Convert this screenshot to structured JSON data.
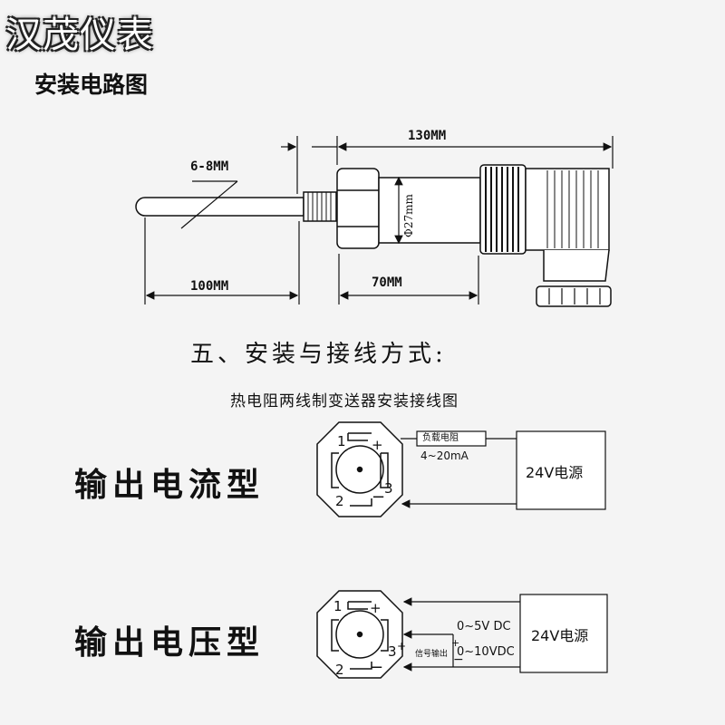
{
  "brand": "汉茂仪表",
  "subtitle": "安装电路图",
  "dimensions": {
    "overall": "130MM",
    "probe_dia": "6-8MM",
    "probe_len": "100MM",
    "body_len": "70MM",
    "body_dia": "Φ27mm"
  },
  "section_title": "五、安装与接线方式:",
  "wiring_title": "热电阻两线制变送器安装接线图",
  "current_type": {
    "label": "输出电流型",
    "load_label": "负载电阻",
    "range": "4~20mA",
    "power": "24V电源",
    "pins": {
      "p1": "1",
      "p2": "2",
      "p3": "3",
      "plus": "+",
      "minus": "−"
    }
  },
  "voltage_type": {
    "label": "输出电压型",
    "range_a": "0~5V DC",
    "range_b": "0~10VDC",
    "signal_out": "信号输出",
    "plus": "+",
    "minus": "−",
    "power": "24V电源",
    "pins": {
      "p1": "1",
      "p2": "2",
      "p3": "3",
      "plus": "+",
      "minus": "−",
      "p3plus": "+"
    }
  }
}
